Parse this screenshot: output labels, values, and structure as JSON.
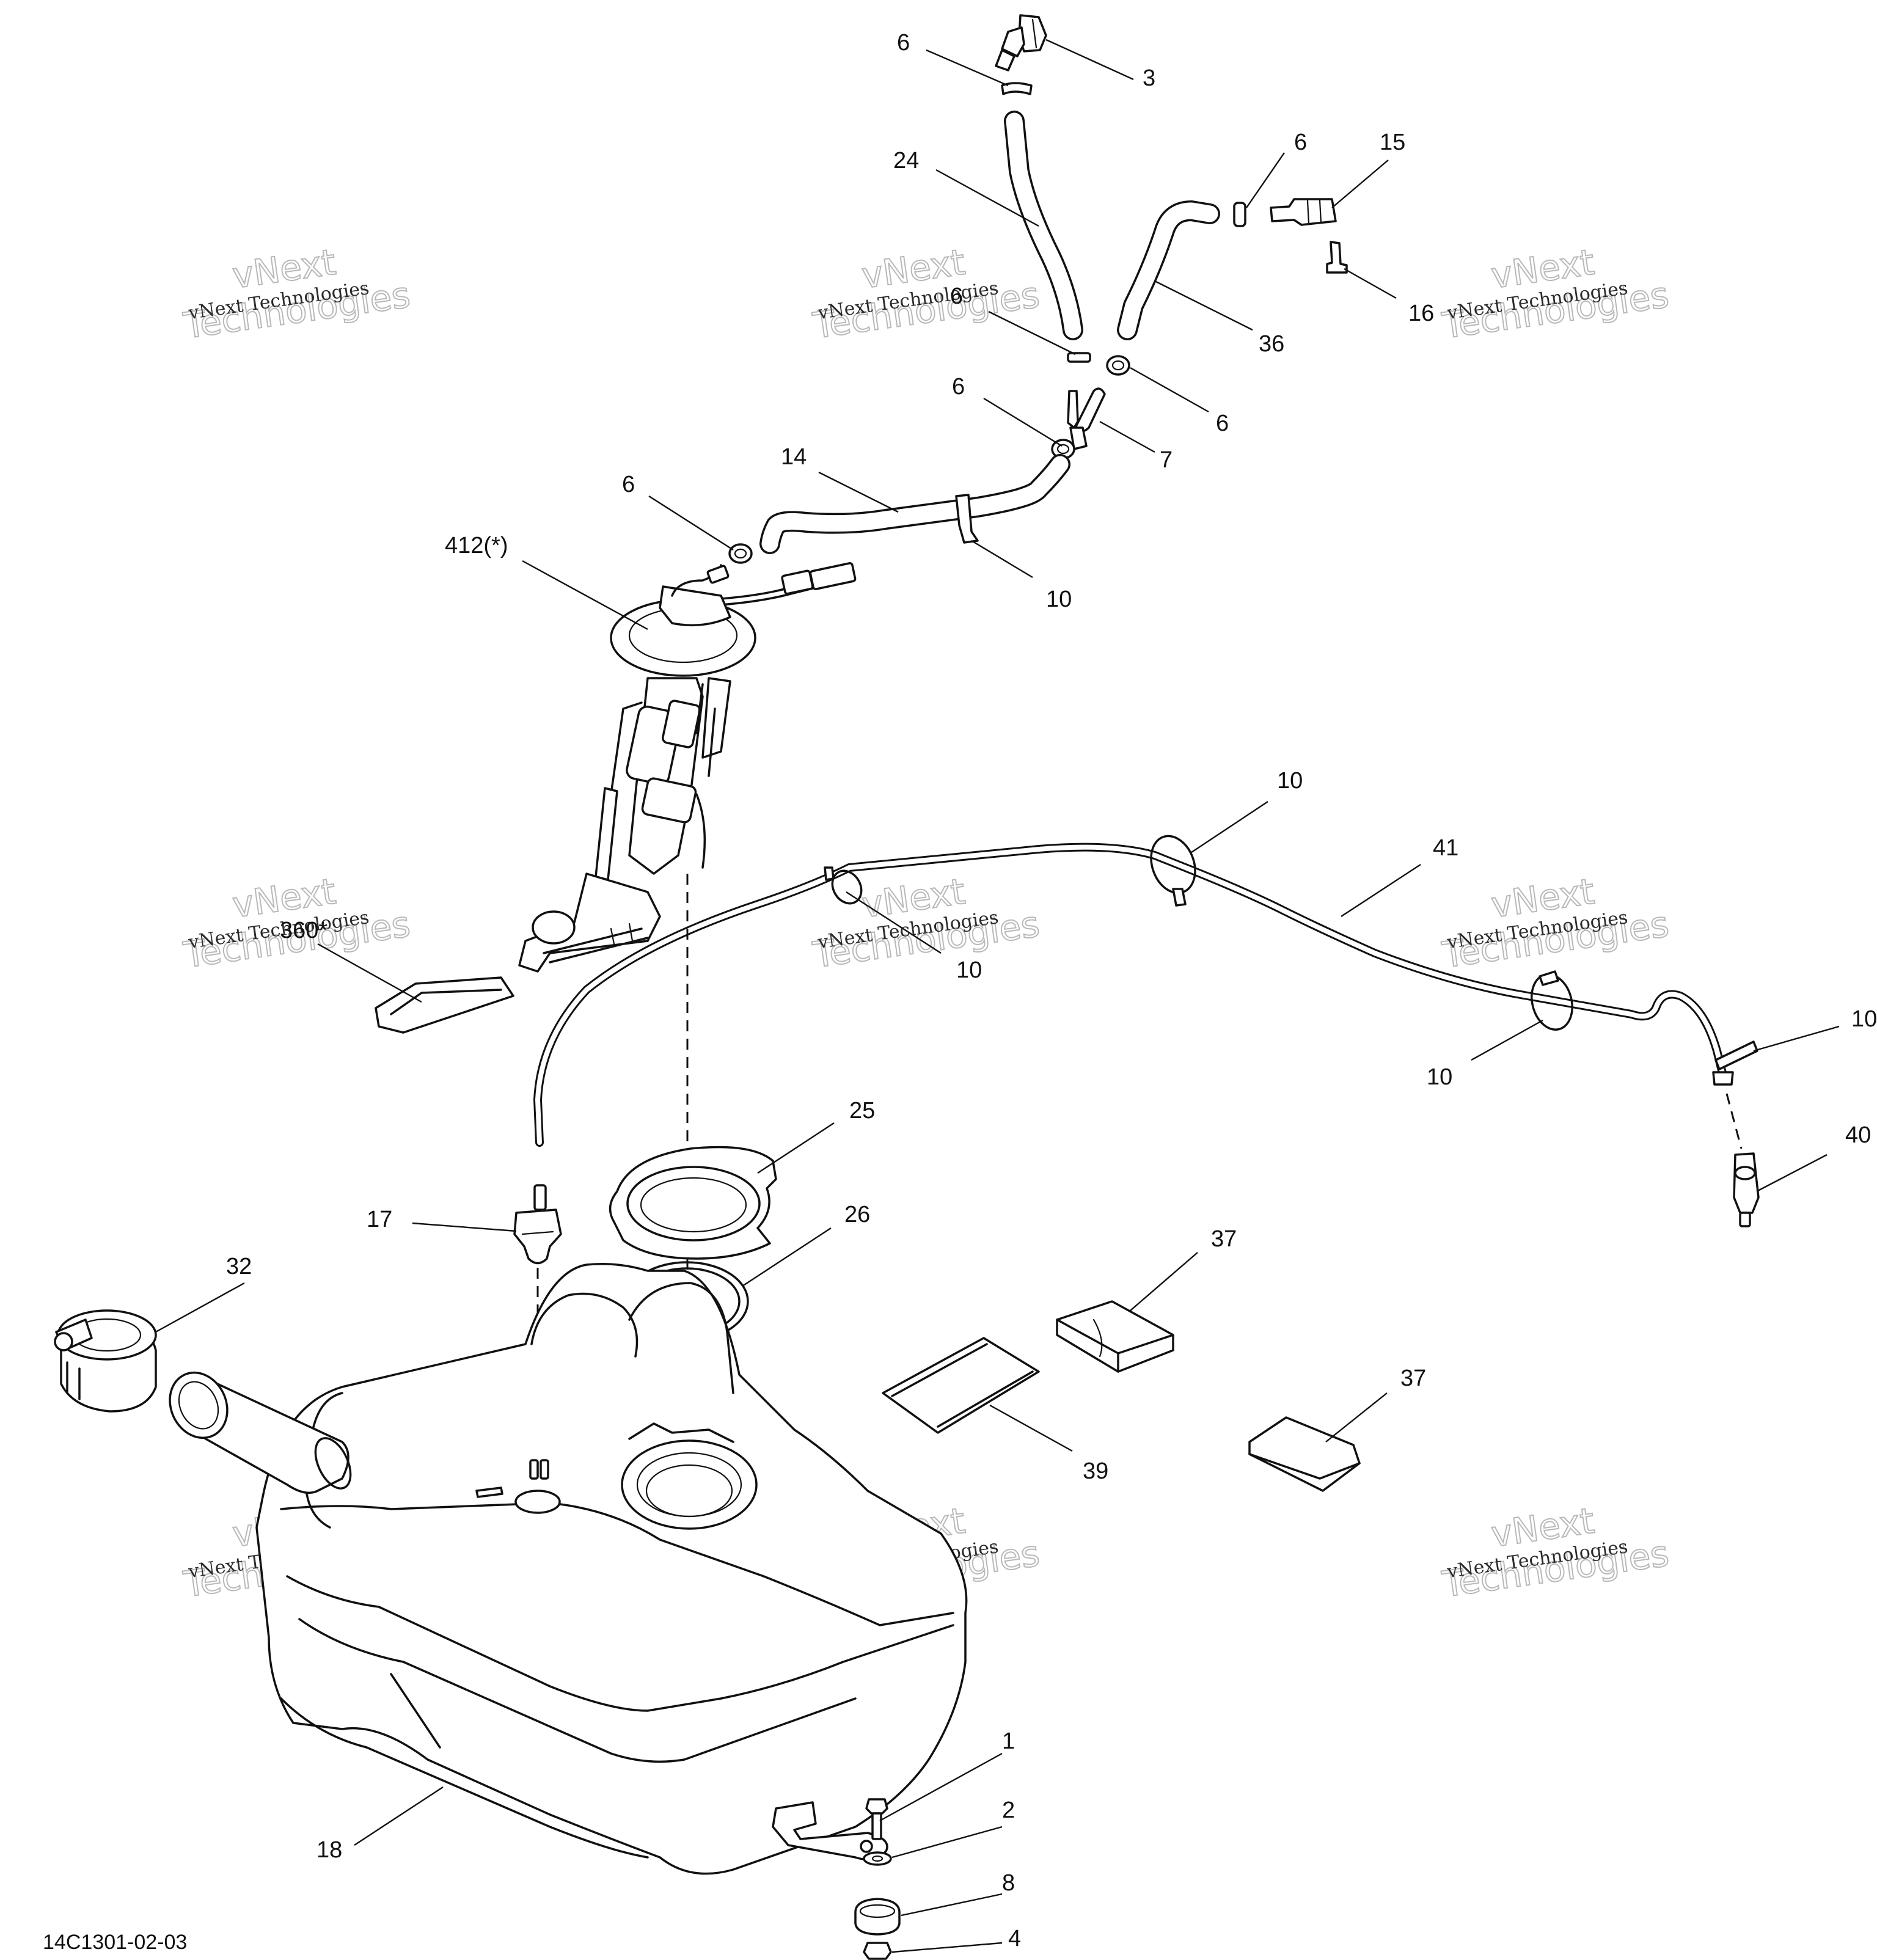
{
  "diagram": {
    "reference_code": "14C1301-02-03",
    "watermark": {
      "small": "vNext Technologies",
      "big_line1": "vNext",
      "big_line2": "Technologies"
    },
    "callouts": {
      "c3": "3",
      "c6a": "6",
      "c24": "24",
      "c6b": "6",
      "c15": "15",
      "c16": "16",
      "c36": "36",
      "c6c": "6",
      "c6d": "6",
      "c6e": "6",
      "c7": "7",
      "c14": "14",
      "c6f": "6",
      "c10a": "10",
      "c412": "412(*)",
      "c10b": "10",
      "c41": "41",
      "c360": "360*",
      "c10c": "10",
      "c10d": "10",
      "c10e": "10",
      "c40": "40",
      "c25": "25",
      "c17": "17",
      "c26": "26",
      "c32": "32",
      "c37a": "37",
      "c37b": "37",
      "c39": "39",
      "c1": "1",
      "c2": "2",
      "c8": "8",
      "c4": "4",
      "c18": "18"
    }
  }
}
